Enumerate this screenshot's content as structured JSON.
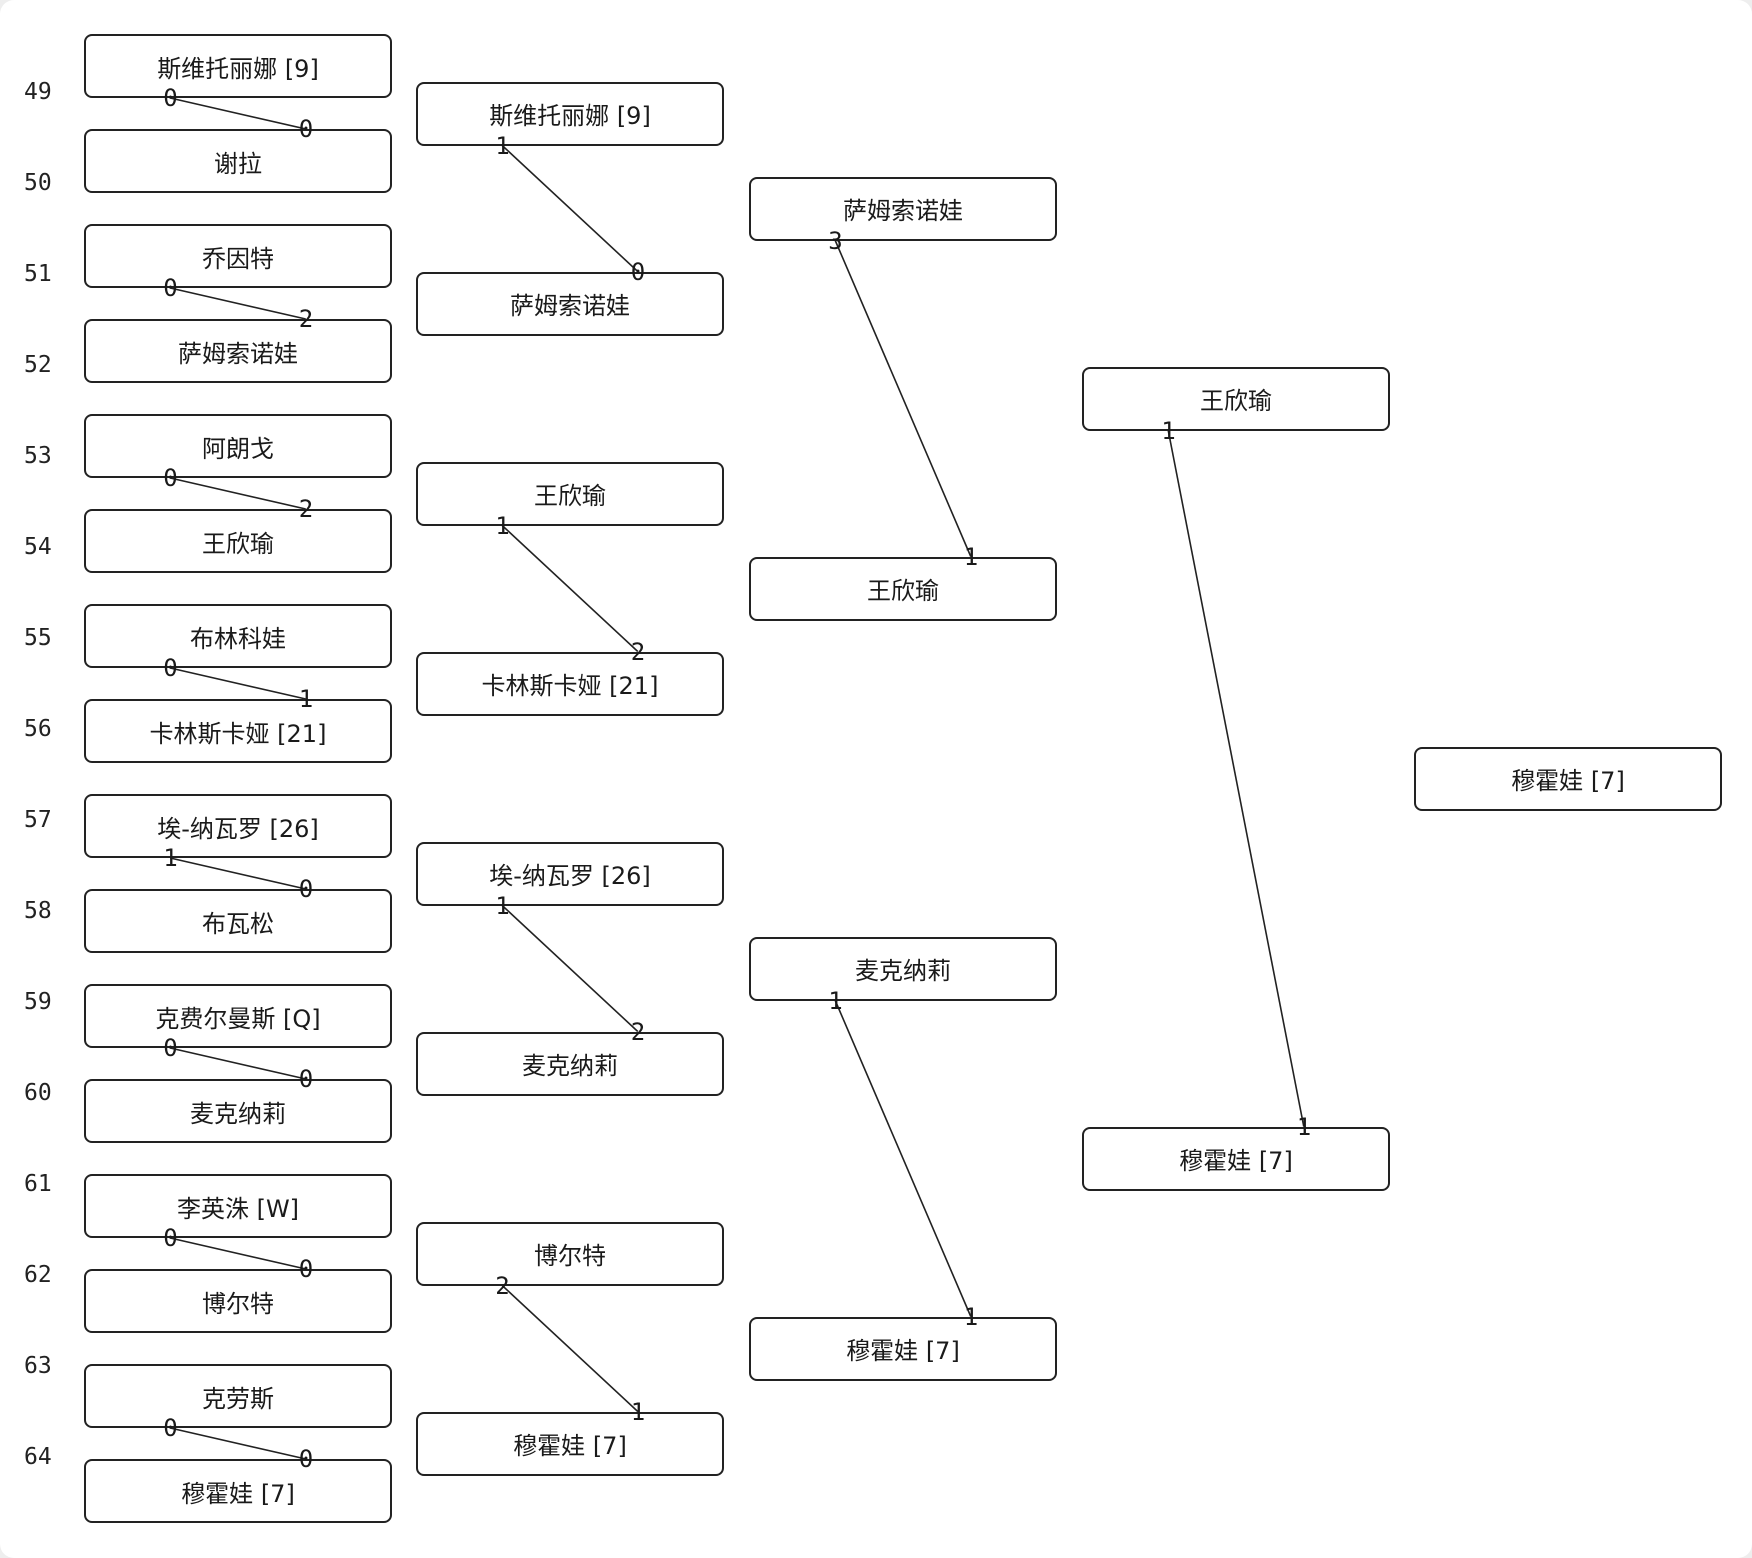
{
  "seeds": [
    "49",
    "50",
    "51",
    "52",
    "53",
    "54",
    "55",
    "56",
    "57",
    "58",
    "59",
    "60",
    "61",
    "62",
    "63",
    "64"
  ],
  "round1": [
    "斯维托丽娜 [9]",
    "谢拉",
    "乔因特",
    "萨姆索诺娃",
    "阿朗戈",
    "王欣瑜",
    "布林科娃",
    "卡林斯卡娅 [21]",
    "埃-纳瓦罗 [26]",
    "布瓦松",
    "克费尔曼斯 [Q]",
    "麦克纳莉",
    "李英洙 [W]",
    "博尔特",
    "克劳斯",
    "穆霍娃 [7]"
  ],
  "round2": [
    "斯维托丽娜 [9]",
    "萨姆索诺娃",
    "王欣瑜",
    "卡林斯卡娅 [21]",
    "埃-纳瓦罗 [26]",
    "麦克纳莉",
    "博尔特",
    "穆霍娃 [7]"
  ],
  "round3": [
    "萨姆索诺娃",
    "王欣瑜",
    "麦克纳莉",
    "穆霍娃 [7]"
  ],
  "round4": [
    "王欣瑜",
    "穆霍娃 [7]"
  ],
  "round5": [
    "穆霍娃 [7]"
  ],
  "scores": {
    "r1_top": [
      "0",
      "0",
      "0",
      "0",
      "1",
      "0",
      "0",
      "0"
    ],
    "r1_bottom": [
      "0",
      "2",
      "2",
      "1",
      "0",
      "0",
      "0",
      "0"
    ],
    "r2_top": [
      "1",
      "1",
      "1",
      "2"
    ],
    "r2_bottom": [
      "0",
      "2",
      "2",
      "1"
    ],
    "r3_top": [
      "3",
      "1"
    ],
    "r3_bottom": [
      "1",
      "1"
    ],
    "r4_top": [
      "1"
    ],
    "r4_bottom": [
      "1"
    ]
  }
}
